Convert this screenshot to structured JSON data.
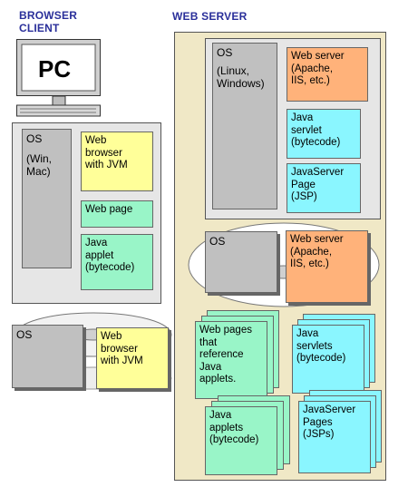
{
  "headings": {
    "browser_client": [
      "BROWSER",
      "CLIENT"
    ],
    "web_server": "WEB SERVER"
  },
  "client": {
    "pc_label": "PC",
    "os_label": "OS",
    "os_detail": [
      "(Win,",
      "Mac)"
    ],
    "browser": [
      "Web",
      "browser",
      "with JVM"
    ],
    "web_page": "Web page",
    "applet": [
      "Java",
      "applet",
      "(bytecode)"
    ],
    "disk_os": "OS",
    "disk_browser": [
      "Web",
      "browser",
      "with JVM"
    ]
  },
  "server": {
    "os_label": "OS",
    "os_detail": [
      "(Linux,",
      "Windows)"
    ],
    "webserver": [
      "Web server",
      "(Apache,",
      "IIS, etc.)"
    ],
    "servlet": [
      "Java",
      "servlet",
      "(bytecode)"
    ],
    "jsp": [
      "JavaServer",
      "Page",
      "(JSP)"
    ],
    "disk_os": "OS",
    "disk_webserver": [
      "Web server",
      "(Apache,",
      "IIS, etc.)"
    ],
    "pages": [
      "Web pages",
      "that",
      "reference",
      "Java",
      "applets."
    ],
    "servlets": [
      "Java",
      "servlets",
      "(bytecode)"
    ],
    "applets": [
      "Java",
      "applets",
      "(bytecode)"
    ],
    "jsps": [
      "JavaServer",
      "Pages",
      "(JSPs)"
    ]
  },
  "colors": {
    "heading": "#2a2f9a",
    "yellow": "#ffff99",
    "green": "#99f5c8",
    "cyan": "#8af6ff",
    "orange": "#ffb27a",
    "gray": "#c0c0c0",
    "panel": "#e6e6e6",
    "server_bg": "#f0e8c6"
  }
}
